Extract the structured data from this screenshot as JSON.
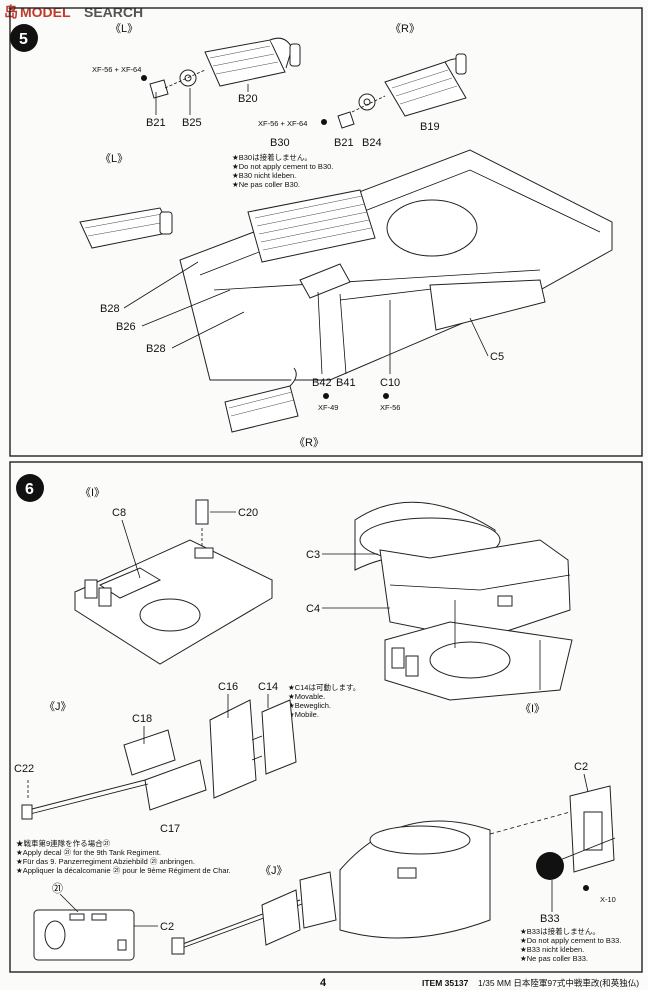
{
  "watermark": {
    "left": "岛",
    "rest": "SEARCH",
    "brand": "MODEL"
  },
  "step5": {
    "badge": "5",
    "side_L_top": "《L》",
    "side_R_top": "《R》",
    "side_L_mid": "《L》",
    "side_R_bottom": "《R》",
    "paint_top_left": "XF-56 + XF-64",
    "paint_top_right": "XF-56 + XF-64",
    "parts": {
      "b20": "B20",
      "b21a": "B21",
      "b25": "B25",
      "b19": "B19",
      "b21b": "B21",
      "b24": "B24",
      "b30": "B30",
      "b28a": "B28",
      "b26": "B26",
      "b28b": "B28",
      "b42": "B42",
      "b41": "B41",
      "c10": "C10",
      "c5": "C5"
    },
    "xf49": "XF-49",
    "xf56": "XF-56",
    "note_b30": [
      "★B30は接着しません。",
      "★Do not apply cement to B30.",
      "★B30 nicht kleben.",
      "★Ne pas coller B30."
    ]
  },
  "step6": {
    "badge": "6",
    "side_I_top": "《I》",
    "side_I_right": "《I》",
    "side_J_left": "《J》",
    "side_J_bottom": "《J》",
    "parts": {
      "c8": "C8",
      "c20": "C20",
      "c3": "C3",
      "c4": "C4",
      "c16": "C16",
      "c14": "C14",
      "c18": "C18",
      "c22": "C22",
      "c17": "C17",
      "c2a": "C2",
      "c2b": "C2",
      "b33": "B33"
    },
    "decal_num": "㉑",
    "x10": "X-10",
    "note_c14": [
      "★C14は可動します。",
      "★Movable.",
      "★Beweglich.",
      "★Mobile."
    ],
    "note_decal": [
      "★戦車第9連隊を作る場合㉑",
      "★Apply decal ㉑ for the 9th Tank Regiment.",
      "★Für das 9. Panzerregiment Abziehbild ㉑ anbringen.",
      "★Appliquer la décalcomanie ㉑ pour le 9ème Régiment de Char."
    ],
    "note_b33": [
      "★B33は接着しません。",
      "★Do not apply cement to B33.",
      "★B33 nicht kleben.",
      "★Ne pas coller B33."
    ]
  },
  "footer": {
    "page_number": "4",
    "item": "ITEM 35137",
    "title": "1/35 MM 日本陸軍97式中戦車改(和英独仏)"
  }
}
